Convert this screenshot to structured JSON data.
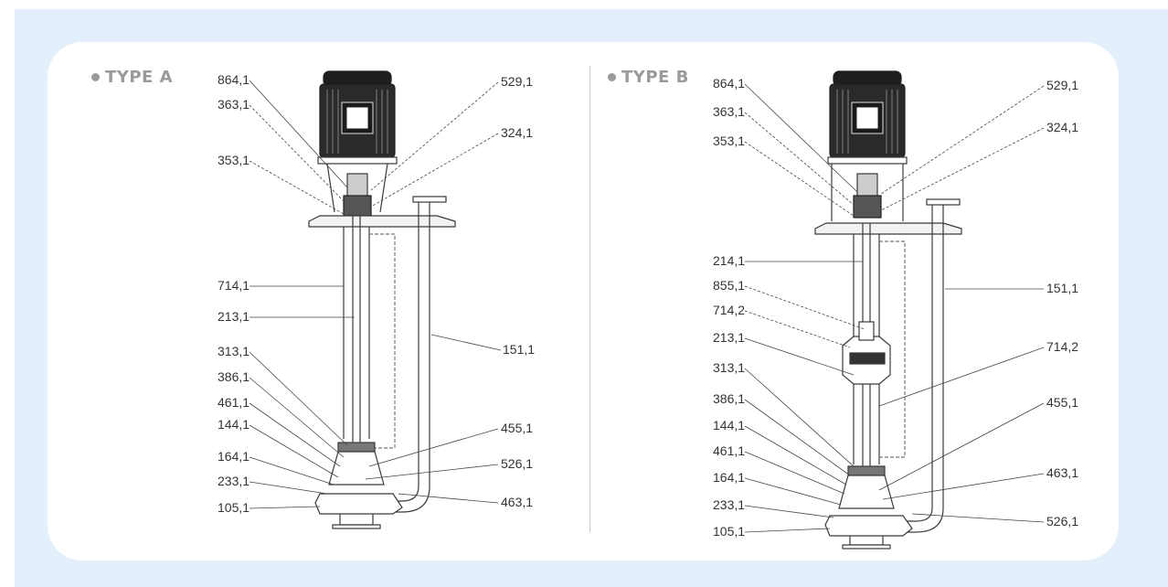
{
  "type_a": {
    "title": "TYPE A",
    "parts": {
      "p864": "864,1",
      "p363": "363,1",
      "p353": "353,1",
      "p714": "714,1",
      "p213": "213,1",
      "p313": "313,1",
      "p386": "386,1",
      "p461": "461,1",
      "p144": "144,1",
      "p164": "164,1",
      "p233": "233,1",
      "p105": "105,1",
      "p529": "529,1",
      "p324": "324,1",
      "p151": "151,1",
      "p455": "455,1",
      "p526": "526,1",
      "p463": "463,1"
    }
  },
  "type_b": {
    "title": "TYPE B",
    "parts": {
      "p864": "864,1",
      "p363": "363,1",
      "p353": "353,1",
      "p214": "214,1",
      "p855": "855,1",
      "p714_2_left": "714,2",
      "p213": "213,1",
      "p313": "313,1",
      "p386": "386,1",
      "p144": "144,1",
      "p461": "461,1",
      "p164": "164,1",
      "p233": "233,1",
      "p105": "105,1",
      "p529": "529,1",
      "p324": "324,1",
      "p151": "151,1",
      "p714_2_right": "714,2",
      "p455": "455,1",
      "p463": "463,1",
      "p526": "526,1"
    }
  }
}
